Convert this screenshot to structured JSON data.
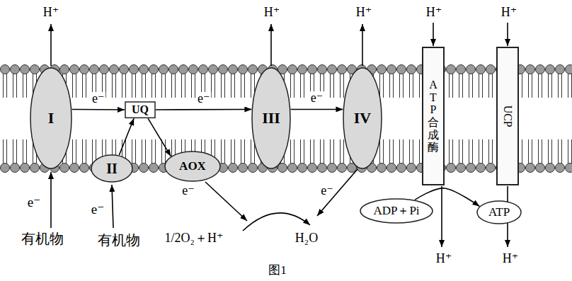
{
  "diagram": {
    "caption": "图1",
    "nodes": [
      {
        "text": [
          "I"
        ]
      },
      {
        "text": [
          "II"
        ]
      },
      {
        "text": [
          "UQ"
        ]
      },
      {
        "text": [
          "AOX"
        ]
      },
      {
        "text": [
          "III"
        ]
      },
      {
        "text": [
          "IV"
        ]
      },
      {
        "text": [
          "ATP合成酶"
        ]
      },
      {
        "text": [
          "UCP"
        ]
      },
      {
        "text": [
          "ADP＋Pi"
        ]
      },
      {
        "text": [
          "ATP"
        ]
      }
    ],
    "edges": [
      {
        "from": 0,
        "to": 2,
        "label": "e⁻",
        "arrow": "to"
      },
      {
        "from": 1,
        "to": 2,
        "arrow": "to"
      },
      {
        "from": 2,
        "to": 3,
        "arrow": "to"
      },
      {
        "from": 2,
        "to": 4,
        "label": "e⁻",
        "arrow": "to"
      },
      {
        "from": 4,
        "to": 5,
        "label": "e⁻",
        "arrow": "to"
      },
      {
        "from": 8,
        "to": 9,
        "arrow": "to"
      }
    ],
    "labels": [
      "H⁺",
      "H⁺",
      "H⁺",
      "H⁺",
      "H⁺",
      "e⁻",
      "有机物",
      "e⁻",
      "有机物",
      "e⁻",
      "e⁻",
      "1/2O₂＋H⁺",
      "H₂O",
      "H⁺",
      "H⁺"
    ]
  }
}
